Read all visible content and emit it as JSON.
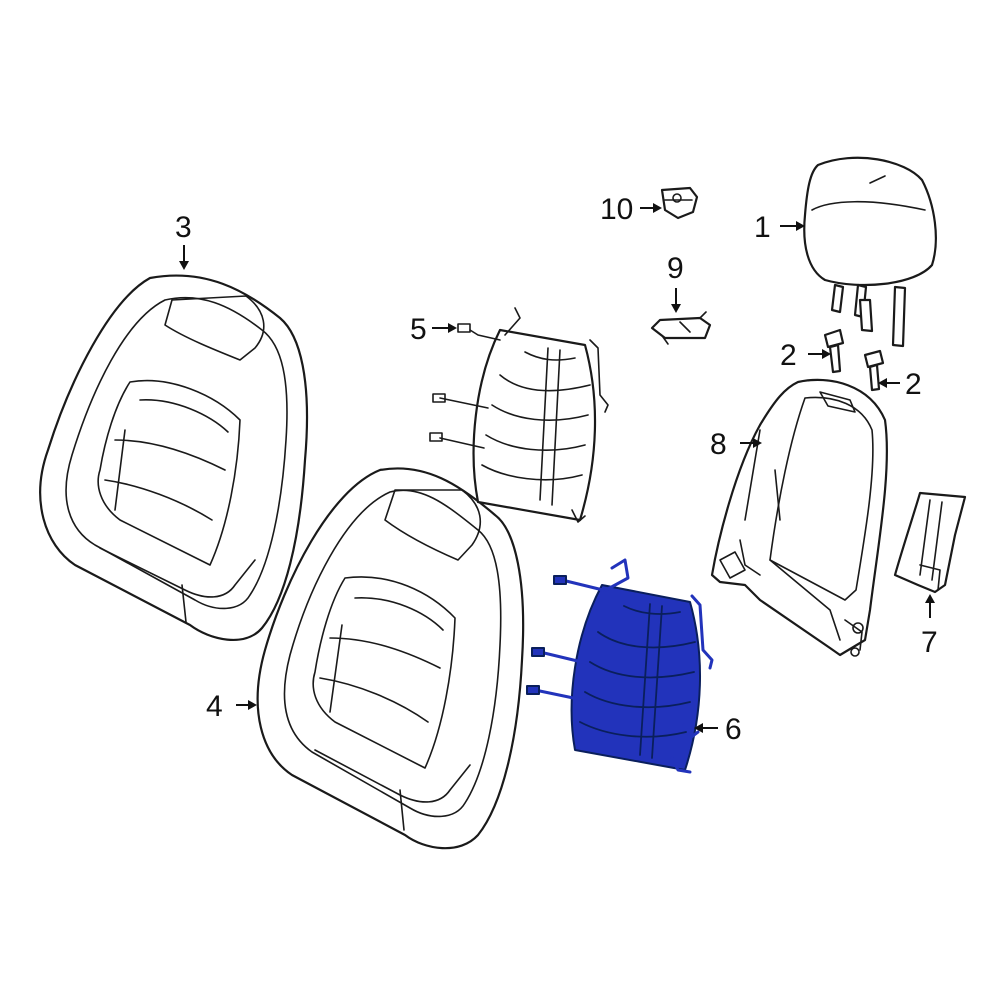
{
  "colors": {
    "line": "#1a1a1a",
    "highlight": "#2233bb",
    "background": "#ffffff"
  },
  "callouts": {
    "c1": "1",
    "c2a": "2",
    "c2b": "2",
    "c3": "3",
    "c4": "4",
    "c5": "5",
    "c6": "6",
    "c7": "7",
    "c8": "8",
    "c9": "9",
    "c10": "10"
  },
  "highlighted_part": "6"
}
